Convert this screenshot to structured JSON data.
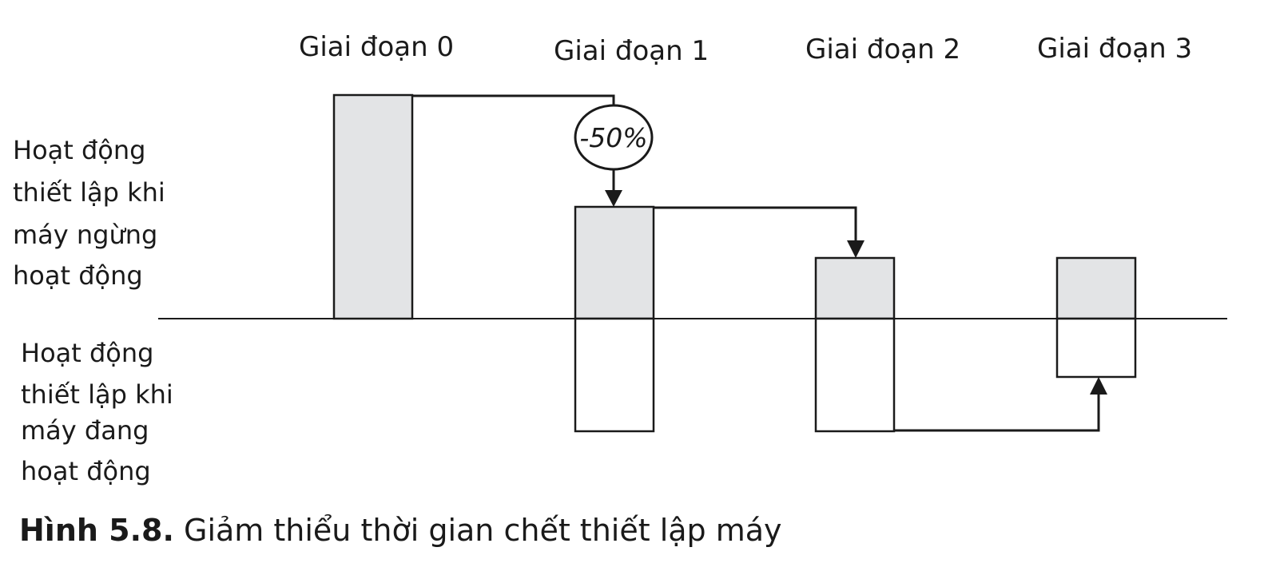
{
  "stages": [
    {
      "label": "Giai đoạn 0"
    },
    {
      "label": "Giai đoạn 1"
    },
    {
      "label": "Giai đoạn 2"
    },
    {
      "label": "Giai đoạn 3"
    }
  ],
  "labels": {
    "stopped": [
      "Hoạt động",
      "thiết lập khi",
      "máy ngừng",
      "hoạt động"
    ],
    "running": [
      "Hoạt động",
      "thiết lập khi",
      "máy đang",
      "hoạt động"
    ]
  },
  "reduction_badge": "-50%",
  "caption": {
    "number": "Hình 5.8.",
    "text": " Giảm thiểu thời gian chết thiết lập máy"
  },
  "colors": {
    "stopped_fill": "#e3e4e6",
    "running_fill": "#ffffff",
    "stroke": "#1a1a1a"
  }
}
